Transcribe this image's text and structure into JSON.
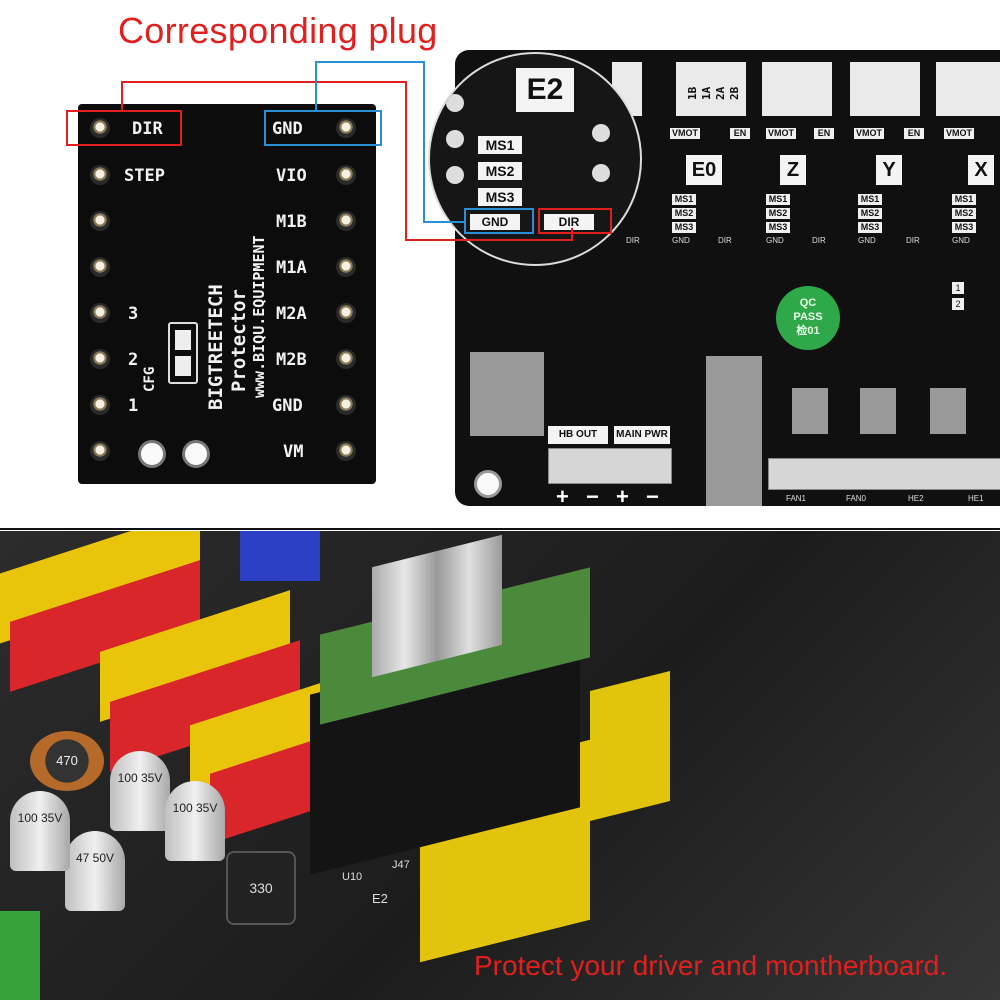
{
  "title": "Corresponding plug",
  "footer": "Protect your driver and montherboard.",
  "protector": {
    "left_pins": [
      "DIR",
      "STEP"
    ],
    "right_pins": [
      "GND",
      "VIO",
      "M1B",
      "M1A",
      "M2A",
      "M2B",
      "GND",
      "VM"
    ],
    "cfg_numbers": [
      "3",
      "2",
      "1"
    ],
    "cfg_label": "CFG",
    "brand": "BIGTREETECH",
    "product": "Protector",
    "website": "www.BIQU.EQUIPMENT"
  },
  "mainboard": {
    "zoom_label": "E2",
    "zoom_ms": [
      "MS1",
      "MS2",
      "MS3"
    ],
    "zoom_gnd": "GND",
    "zoom_dir": "DIR",
    "axes": [
      "E0",
      "Z",
      "Y",
      "X"
    ],
    "coil_labels": [
      "1B",
      "1A",
      "2A",
      "2B"
    ],
    "vmot": "VMOT",
    "en": "EN",
    "ms": [
      "MS1",
      "MS2",
      "MS3"
    ],
    "dir": "DIR",
    "gnd": "GND",
    "qc": [
      "QC",
      "PASS",
      "检01"
    ],
    "hb_out": "HB OUT",
    "main_pwr": "MAIN PWR",
    "plus": "+",
    "minus": "−",
    "fan_labels": [
      "FAN1",
      "FAN0",
      "HE2",
      "HE1"
    ],
    "jumper_nums": [
      "1",
      "2"
    ]
  },
  "photo": {
    "cap_labels": [
      "470",
      "100 35V",
      "100 35V",
      "47 50V",
      "100 35V"
    ],
    "pcb_labels": [
      "E2",
      "J47",
      "U10"
    ],
    "inductor": "330"
  }
}
